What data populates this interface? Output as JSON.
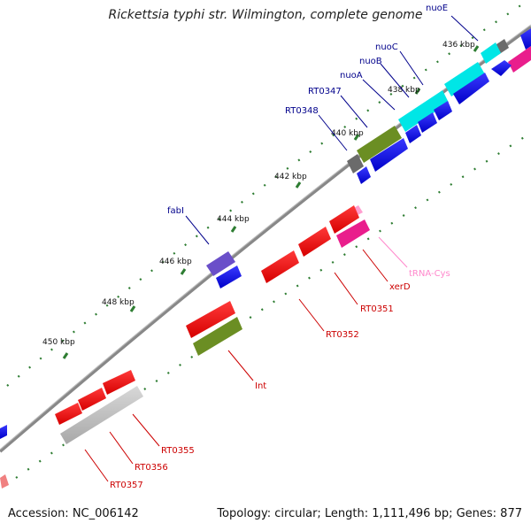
{
  "title": "Rickettsia typhi str. Wilmington, complete genome",
  "footer": {
    "accession": "Accession: NC_006142",
    "summary": "Topology: circular; Length: 1,111,496 bp; Genes: 877"
  },
  "kbp_labels": [
    "436 kbp",
    "438 kbp",
    "440 kbp",
    "442 kbp",
    "444 kbp",
    "446 kbp",
    "448 kbp",
    "450 kbp"
  ],
  "gene_labels": {
    "nuoE": "nuoE",
    "nuoC": "nuoC",
    "nuoB": "nuoB",
    "nuoA": "nuoA",
    "RT0347": "RT0347",
    "RT0348": "RT0348",
    "fabI": "fabI",
    "tRNA_Cys": "tRNA-Cys",
    "xerD": "xerD",
    "RT0351": "RT0351",
    "RT0352": "RT0352",
    "Int": "Int",
    "RT0355": "RT0355",
    "RT0356": "RT0356",
    "RT0357": "RT0357"
  },
  "colors": {
    "forward_label": "#00008b",
    "reverse_label": "#cc0000",
    "trna_label": "#ff88cc",
    "backbone": "#888888",
    "tick": "#2e7d32"
  }
}
